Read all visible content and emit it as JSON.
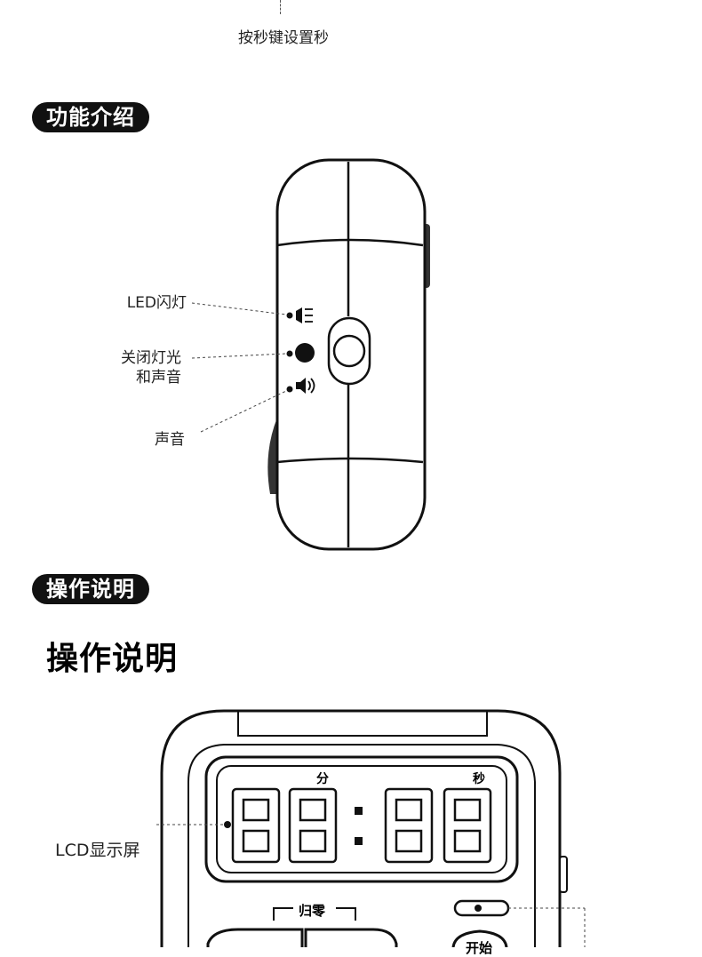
{
  "top_caption": "按秒键设置秒",
  "section_function": {
    "title": "功能介绍"
  },
  "callouts": {
    "led": "LED闪灯",
    "off_line1": "关闭灯光",
    "off_line2": "和声音",
    "sound": "声音"
  },
  "section_operation": {
    "title": "操作说明",
    "heading": "操作说明"
  },
  "lcd": {
    "label": "LCD显示屏",
    "minutes_label": "分",
    "seconds_label": "秒",
    "reset_label": "归零",
    "start_button_partial": "开始"
  }
}
